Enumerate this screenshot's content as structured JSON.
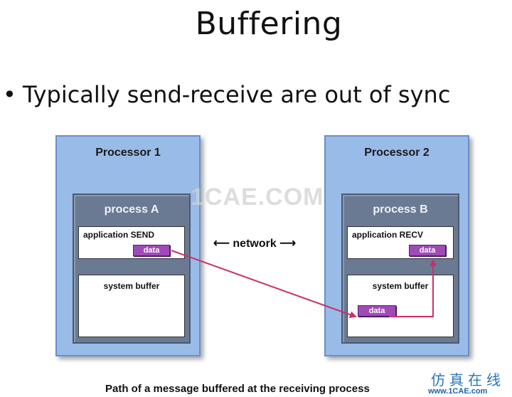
{
  "slide": {
    "title": "Buffering",
    "bullet": "Typically send-receive are out of sync"
  },
  "diagram": {
    "processor1": {
      "label": "Processor 1",
      "process": "process A",
      "app_box": "application SEND",
      "data": "data",
      "system_buffer": "system buffer"
    },
    "processor2": {
      "label": "Processor 2",
      "process": "process B",
      "app_box": "application RECV",
      "data": "data",
      "system_buffer": "system buffer",
      "buffer_data": "data"
    },
    "network_label": "network",
    "caption": "Path of a message buffered at the receiving process",
    "colors": {
      "processor_fill": "#99bbe8",
      "process_fill": "#6a7a93",
      "data_chip": "#a04ab8",
      "path_arrow": "#cc2f6a"
    }
  },
  "watermark": {
    "text": "1CAE.COM",
    "logo_cn": "仿真在线",
    "logo_url": "www.1CAE.com"
  }
}
